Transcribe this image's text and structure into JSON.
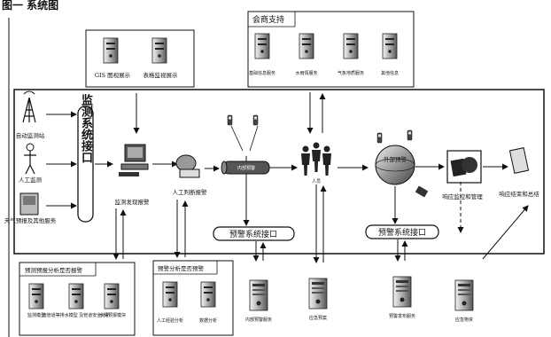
{
  "header": {
    "text": "图一  系统图"
  },
  "top_boxes": {
    "left": {
      "items": [
        "GIS 图视展示",
        "表格监视展示"
      ]
    },
    "right": {
      "title": "会商支持",
      "items": [
        "基础信息服务",
        "水雨情服务",
        "气象地质服务",
        "其他信息"
      ]
    }
  },
  "sources": [
    "自动监测站",
    "人工监测",
    "天气预报及其他服务"
  ],
  "monitor_interface": "监测系统接口",
  "nodes": {
    "detect": "监测发现报警",
    "manual": "人工判断报警",
    "internal": "内部预警",
    "crowd": "人员",
    "external": "外部预警",
    "response": "响应监控和管理",
    "finish": "响应结束和总结"
  },
  "warning_interfaces": [
    "预警系统接口",
    "预警系统接口"
  ],
  "bottom_left": {
    "title": "预测预报分析是否报警",
    "items": [
      "监测模型",
      "南管道等排水模型 及管道安全分析",
      "水情预报模块"
    ]
  },
  "bottom_mid": {
    "title": "预警分析是否预警",
    "items": [
      "人工经验分析",
      "数据分析"
    ]
  },
  "servers": [
    "内部预警服务",
    "应急预案",
    "预警发布服务",
    "应急物资"
  ]
}
